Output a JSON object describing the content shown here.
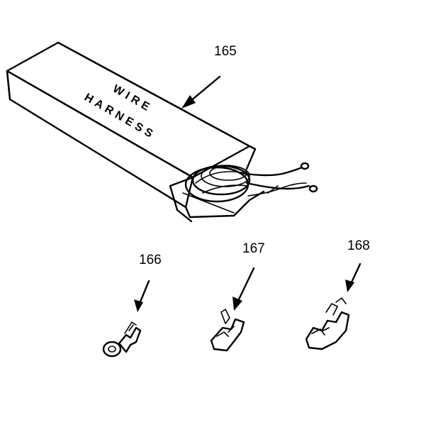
{
  "diagram": {
    "box_label_line1": "WIRE",
    "box_label_line2": "HARNESS",
    "callouts": [
      {
        "id": "165",
        "text": "165",
        "part": "wire-harness-box"
      },
      {
        "id": "166",
        "text": "166",
        "part": "ring-terminal"
      },
      {
        "id": "167",
        "text": "167",
        "part": "spade-terminal"
      },
      {
        "id": "168",
        "text": "168",
        "part": "female-terminal"
      }
    ]
  }
}
